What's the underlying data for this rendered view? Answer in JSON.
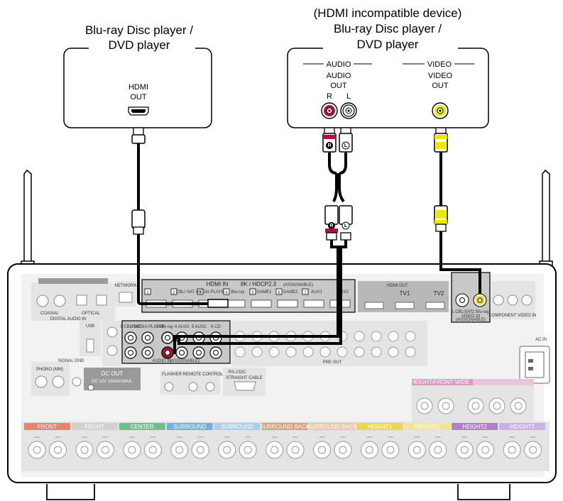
{
  "left_device": {
    "title_line1": "Blu-ray Disc player /",
    "title_line2": "DVD player",
    "port_label_line1": "HDMI",
    "port_label_line2": "OUT"
  },
  "right_device": {
    "note": "(HDMI incompatible device)",
    "title_line1": "Blu-ray Disc player /",
    "title_line2": "DVD player",
    "audio_group": "AUDIO",
    "video_group": "VIDEO",
    "audio_out_line1": "AUDIO",
    "audio_out_line2": "OUT",
    "video_out_line1": "VIDEO",
    "video_out_line2": "OUT",
    "right_channel": "R",
    "left_channel": "L"
  },
  "plug_letters": {
    "right": "R",
    "left": "L"
  },
  "receiver": {
    "hdmi_header": "HDMI IN",
    "hdmi_spec": "8K / HDCP2.3",
    "hdmi_assign": "(ASSIGNABLE)",
    "hdmi_inputs": [
      {
        "num": "1",
        "name": ""
      },
      {
        "num": "2",
        "name": "CBL/ SAT"
      },
      {
        "num": "3",
        "name": "MEDIA PLAYER"
      },
      {
        "num": "4",
        "name": "Blu-ray"
      },
      {
        "num": "5",
        "name": "GAME1"
      },
      {
        "num": "6",
        "name": "GAME2"
      },
      {
        "num": "7",
        "name": "AUX1"
      },
      {
        "num": "",
        "name": "AUX2"
      }
    ],
    "hdmi_out_header": "HDMI OUT",
    "hdmi_out_labels": [
      "TV1",
      "TV2"
    ],
    "network_label": "NETWORK",
    "audio_in_header": "AUDIO IN",
    "audio_in_assign": "(ASSIGNABLE)",
    "audio_in_labels": [
      "1 CBL/SAT",
      "2 MEDIA PLAYER",
      "3 Blu-ray",
      "4 AUX3",
      "5 AUX2",
      "6 CD"
    ],
    "video_in_header": "VIDEO IN",
    "video_in_assign": "(ASSIGNABLE)",
    "video_in_labels": [
      "1 CBL/SAT",
      "2 Blu-ray"
    ],
    "component_video_label": "COMPONENT VIDEO IN",
    "pre_out_label": "PRE OUT",
    "ac_in_label": "AC IN",
    "digital_audio_label": "DIGITAL AUDIO IN",
    "coaxial_label": "COAXIAL",
    "optical_label": "OPTICAL",
    "signal_gnd_label": "SIGNAL GND",
    "dc_out_label": "DC OUT",
    "dc_out_spec": "DC 12V 150mA MAX.",
    "remote_control_label": "REMOTE CONTROL",
    "rs232c_label": "RS-232C",
    "straight_cable_label": "STRAIGHT CABLE",
    "usb_label": "USB",
    "phono_label": "PHONO (MM)",
    "flasher_label": "FLASHER",
    "speaker_zones": [
      {
        "name": "FRONT",
        "color": "#e8846a"
      },
      {
        "name": "FRONT",
        "color": "#d0d0d0"
      },
      {
        "name": "CENTER",
        "color": "#6cc08c"
      },
      {
        "name": "SURROUND",
        "color": "#6ab4e0"
      },
      {
        "name": "SURROUND",
        "color": "#a8d0ea"
      },
      {
        "name": "SURROUND BACK",
        "color": "#e0a06a"
      },
      {
        "name": "SURROUND BACK",
        "color": "#ecc898"
      },
      {
        "name": "HEIGHT1",
        "color": "#e8d84a"
      },
      {
        "name": "HEIGHT1",
        "color": "#f0e690"
      },
      {
        "name": "HEIGHT2",
        "color": "#b07ed6"
      },
      {
        "name": "HEIGHT2",
        "color": "#ccb0e4"
      }
    ],
    "height_front_label": "HEIGHT/FRONT WIDE"
  },
  "colors": {
    "audio_red": "#b3133a",
    "video_yellow": "#f2e600",
    "cable": "#000000",
    "panel_gray": "#d9d9d9"
  }
}
